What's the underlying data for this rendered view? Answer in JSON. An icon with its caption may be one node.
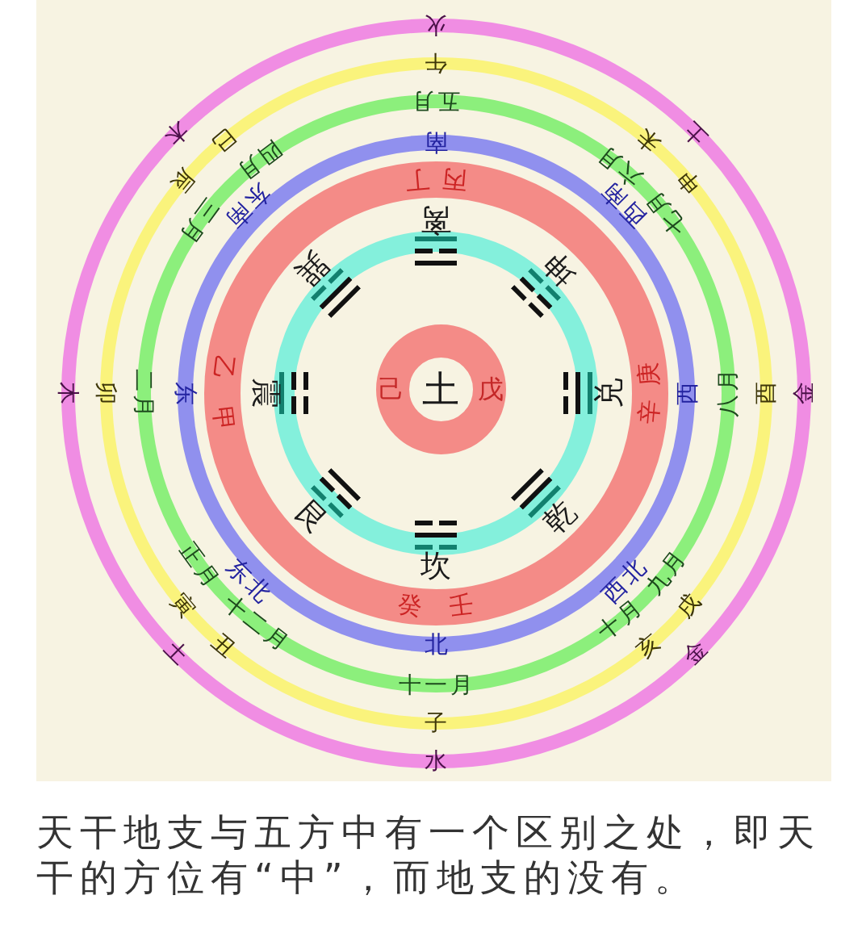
{
  "diagram": {
    "caption": "天干地支与五方中有一个区别之处，即天干的方位有“中”，而地支的没有。",
    "nodes": [
      {
        "text": [
          "火",
          "土",
          "金",
          "金",
          "水",
          "土",
          "木",
          "木"
        ]
      },
      {
        "text": [
          "午",
          "未",
          "申",
          "酉",
          "戌",
          "亥",
          "子",
          "丑",
          "寅",
          "卯",
          "辰",
          "巳"
        ],
        "in": 0
      },
      {
        "text": [
          "五月",
          "六月",
          "七月",
          "八月",
          "九月",
          "十月",
          "十一月",
          "十二月",
          "正月",
          "二月",
          "三月",
          "四月"
        ],
        "in": 1
      },
      {
        "text": [
          "南",
          "西南",
          "西",
          "西北",
          "北",
          "东北",
          "东",
          "东南"
        ],
        "in": 2
      },
      {
        "text": [
          "丁",
          "丙",
          "庚",
          "辛",
          "壬",
          "癸",
          "甲",
          "乙"
        ],
        "in": 3
      },
      {
        "text": [
          "离",
          "坤",
          "兑",
          "乾",
          "坎",
          "艮",
          "震",
          "巽"
        ],
        "in": 4
      },
      {
        "text": [
          "己",
          "土",
          "戊"
        ],
        "in": 5
      }
    ]
  }
}
